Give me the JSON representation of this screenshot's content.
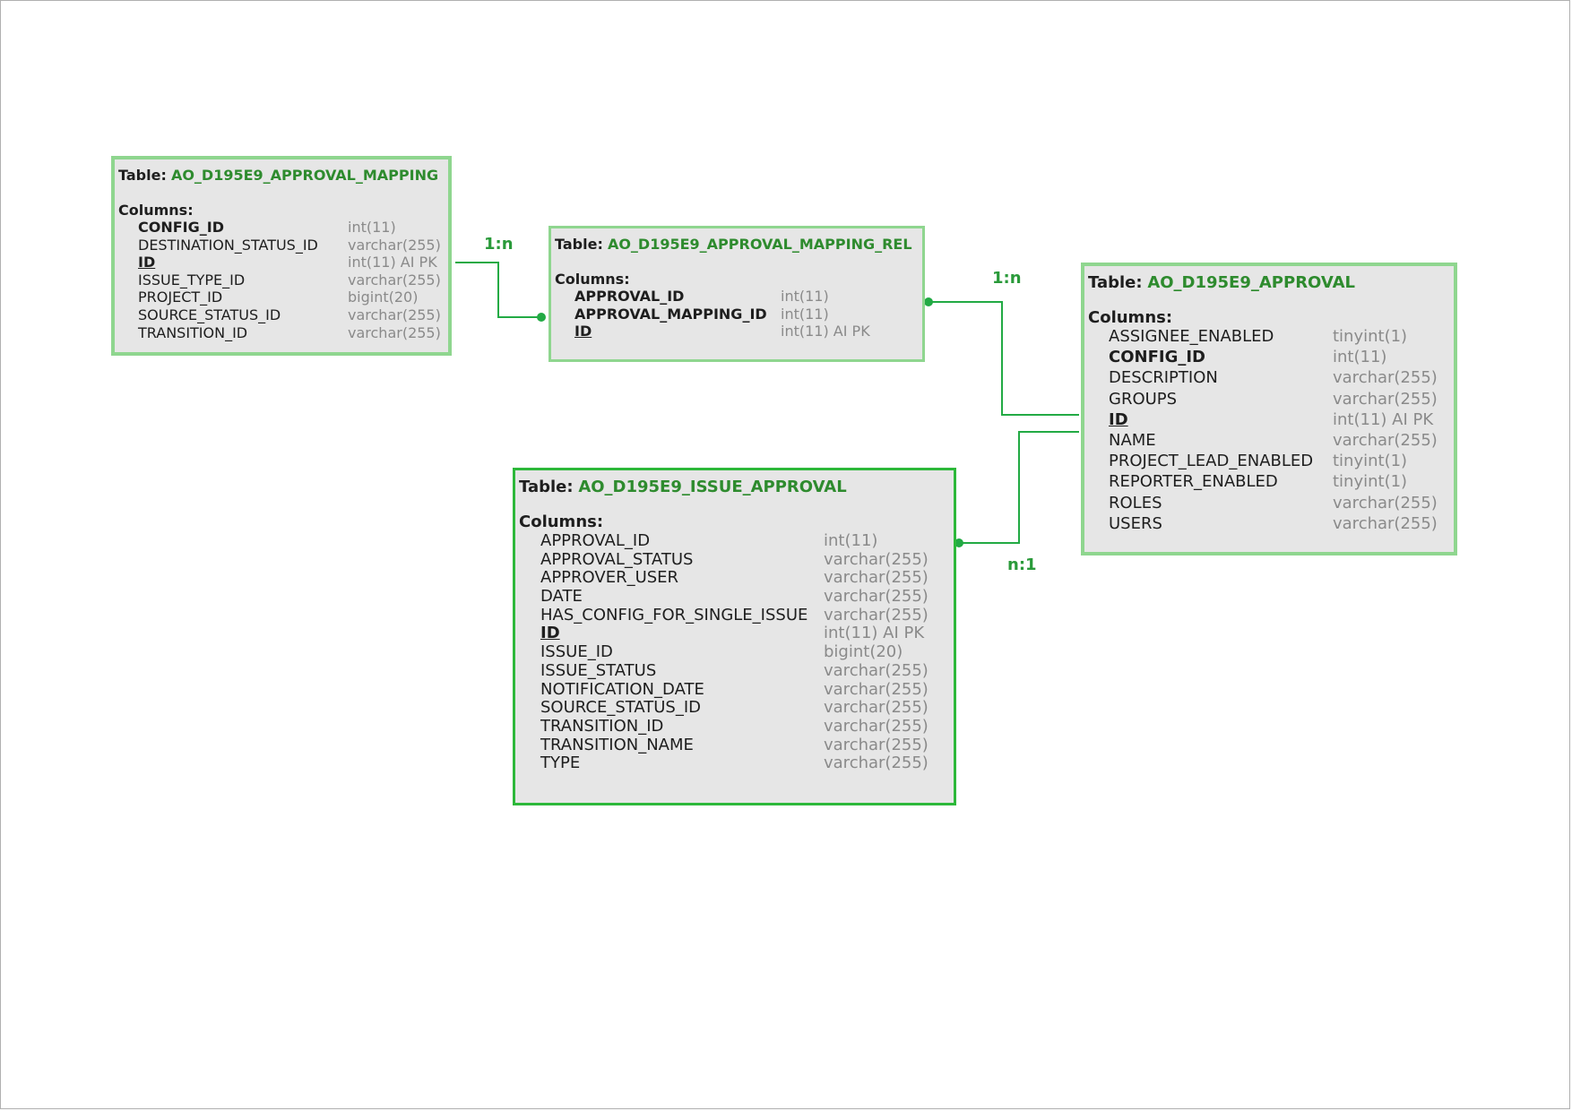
{
  "diagram": {
    "table_prefix": "Table:",
    "columns_label": "Columns:",
    "colors": {
      "table_border": "#8fd68f",
      "selected_border": "#2db83a",
      "table_name": "#2e8b2e",
      "connector": "#22aa44",
      "type_text": "#8a8a8a"
    },
    "tables": [
      {
        "name": "AO_D195E9_APPROVAL_MAPPING",
        "columns": [
          {
            "name": "CONFIG_ID",
            "type": "int(11)",
            "style": "key"
          },
          {
            "name": "DESTINATION_STATUS_ID",
            "type": "varchar(255)",
            "style": ""
          },
          {
            "name": "ID",
            "type": "int(11) AI PK",
            "style": "pk"
          },
          {
            "name": "ISSUE_TYPE_ID",
            "type": "varchar(255)",
            "style": ""
          },
          {
            "name": "PROJECT_ID",
            "type": "bigint(20)",
            "style": ""
          },
          {
            "name": "SOURCE_STATUS_ID",
            "type": "varchar(255)",
            "style": ""
          },
          {
            "name": "TRANSITION_ID",
            "type": "varchar(255)",
            "style": ""
          }
        ]
      },
      {
        "name": "AO_D195E9_APPROVAL_MAPPING_REL",
        "columns": [
          {
            "name": "APPROVAL_ID",
            "type": "int(11)",
            "style": "key"
          },
          {
            "name": "APPROVAL_MAPPING_ID",
            "type": "int(11)",
            "style": "key"
          },
          {
            "name": "ID",
            "type": "int(11) AI PK",
            "style": "pk"
          }
        ]
      },
      {
        "name": "AO_D195E9_APPROVAL",
        "columns": [
          {
            "name": "ASSIGNEE_ENABLED",
            "type": "tinyint(1)",
            "style": ""
          },
          {
            "name": "CONFIG_ID",
            "type": "int(11)",
            "style": "key"
          },
          {
            "name": "DESCRIPTION",
            "type": "varchar(255)",
            "style": ""
          },
          {
            "name": "GROUPS",
            "type": "varchar(255)",
            "style": ""
          },
          {
            "name": "ID",
            "type": "int(11) AI PK",
            "style": "pk"
          },
          {
            "name": "NAME",
            "type": "varchar(255)",
            "style": ""
          },
          {
            "name": "PROJECT_LEAD_ENABLED",
            "type": "tinyint(1)",
            "style": ""
          },
          {
            "name": "REPORTER_ENABLED",
            "type": "tinyint(1)",
            "style": ""
          },
          {
            "name": "ROLES",
            "type": "varchar(255)",
            "style": ""
          },
          {
            "name": "USERS",
            "type": "varchar(255)",
            "style": ""
          }
        ]
      },
      {
        "name": "AO_D195E9_ISSUE_APPROVAL",
        "columns": [
          {
            "name": "APPROVAL_ID",
            "type": "int(11)",
            "style": ""
          },
          {
            "name": "APPROVAL_STATUS",
            "type": "varchar(255)",
            "style": ""
          },
          {
            "name": "APPROVER_USER",
            "type": "varchar(255)",
            "style": ""
          },
          {
            "name": "DATE",
            "type": "varchar(255)",
            "style": ""
          },
          {
            "name": "HAS_CONFIG_FOR_SINGLE_ISSUE",
            "type": "varchar(255)",
            "style": ""
          },
          {
            "name": "ID",
            "type": "int(11) AI PK",
            "style": "pk"
          },
          {
            "name": "ISSUE_ID",
            "type": "bigint(20)",
            "style": ""
          },
          {
            "name": "ISSUE_STATUS",
            "type": "varchar(255)",
            "style": ""
          },
          {
            "name": "NOTIFICATION_DATE",
            "type": "varchar(255)",
            "style": ""
          },
          {
            "name": "SOURCE_STATUS_ID",
            "type": "varchar(255)",
            "style": ""
          },
          {
            "name": "TRANSITION_ID",
            "type": "varchar(255)",
            "style": ""
          },
          {
            "name": "TRANSITION_NAME",
            "type": "varchar(255)",
            "style": ""
          },
          {
            "name": "TYPE",
            "type": "varchar(255)",
            "style": ""
          }
        ]
      }
    ],
    "relationships": [
      {
        "from": "AO_D195E9_APPROVAL_MAPPING",
        "to": "AO_D195E9_APPROVAL_MAPPING_REL",
        "label": "1:n"
      },
      {
        "from": "AO_D195E9_APPROVAL",
        "to": "AO_D195E9_APPROVAL_MAPPING_REL",
        "label": "1:n"
      },
      {
        "from": "AO_D195E9_ISSUE_APPROVAL",
        "to": "AO_D195E9_APPROVAL",
        "label": "n:1"
      }
    ]
  }
}
